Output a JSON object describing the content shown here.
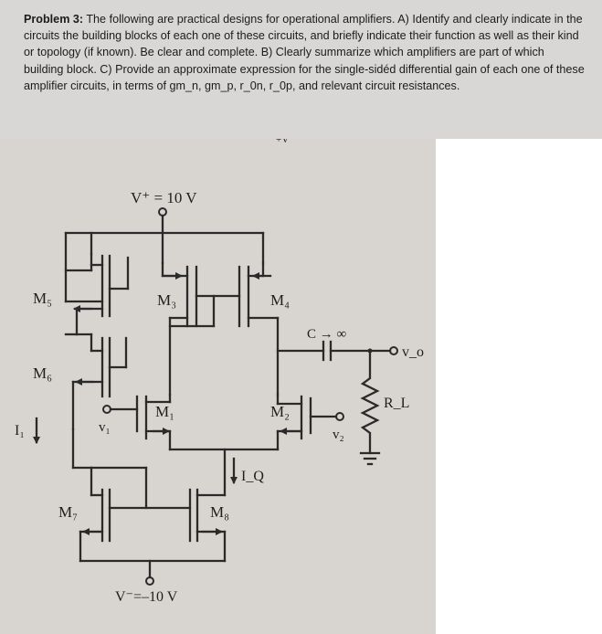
{
  "problem": {
    "heading": "Problem 3:",
    "body": " The following are practical designs for operational amplifiers. A) Identify and clearly indicate in the circuits the building blocks of each one of these circuits, and briefly indicate their function as well as their kind or topology (if known). Be clear and complete. B) Clearly summarize which amplifiers are part of which building block. C) Provide an approximate expression for the single-sidéd differential gain of each one of these amplifier circuits, in terms of gm_n, gm_p, r_0n, r_0p, and relevant circuit resistances."
  },
  "circuit": {
    "partial_top_label": "+V",
    "vplus": "V⁺ = 10 V",
    "vminus": "V⁻=–10 V",
    "m5": "M₅",
    "m3": "M₃",
    "m4": "M₄",
    "m6": "M₆",
    "m1": "M₁",
    "m2": "M₂",
    "m7": "M₇",
    "m8": "M₈",
    "i1": "I₁",
    "iq": "I_Q",
    "v1": "v₁",
    "v2": "v₂",
    "cap": "C → ∞",
    "vo": "v_o",
    "rl": "R_L"
  },
  "colors": {
    "header_bg": "#d9d7d5",
    "photo_bg": "#d8d5d0",
    "ink": "#2a2a2a"
  }
}
